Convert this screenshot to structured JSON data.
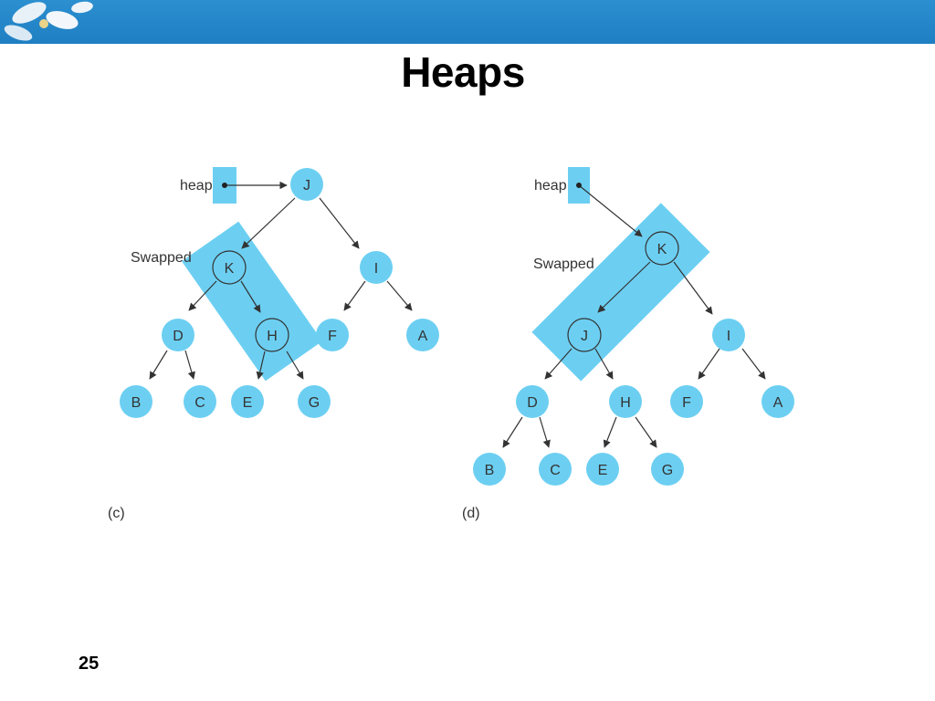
{
  "slide": {
    "title": "Heaps",
    "number": "25",
    "accent_color": "#6ccff2",
    "bar_color": "#2389c9"
  },
  "diagrams": [
    {
      "id": "c",
      "caption": "(c)",
      "pointer_label": "heap",
      "swap_label": "Swapped",
      "root": "J",
      "swapped_nodes": [
        "K",
        "H"
      ],
      "nodes": [
        "J",
        "K",
        "I",
        "D",
        "H",
        "F",
        "A",
        "B",
        "C",
        "E",
        "G"
      ],
      "edges": [
        [
          "J",
          "K"
        ],
        [
          "J",
          "I"
        ],
        [
          "K",
          "D"
        ],
        [
          "K",
          "H"
        ],
        [
          "I",
          "F"
        ],
        [
          "I",
          "A"
        ],
        [
          "D",
          "B"
        ],
        [
          "D",
          "C"
        ],
        [
          "H",
          "E"
        ],
        [
          "H",
          "G"
        ]
      ]
    },
    {
      "id": "d",
      "caption": "(d)",
      "pointer_label": "heap",
      "swap_label": "Swapped",
      "root": "K",
      "swapped_nodes": [
        "K",
        "J"
      ],
      "nodes": [
        "K",
        "J",
        "I",
        "D",
        "H",
        "F",
        "A",
        "B",
        "C",
        "E",
        "G"
      ],
      "edges": [
        [
          "K",
          "J"
        ],
        [
          "K",
          "I"
        ],
        [
          "J",
          "D"
        ],
        [
          "J",
          "H"
        ],
        [
          "I",
          "F"
        ],
        [
          "I",
          "A"
        ],
        [
          "D",
          "B"
        ],
        [
          "D",
          "C"
        ],
        [
          "H",
          "E"
        ],
        [
          "H",
          "G"
        ]
      ]
    }
  ]
}
